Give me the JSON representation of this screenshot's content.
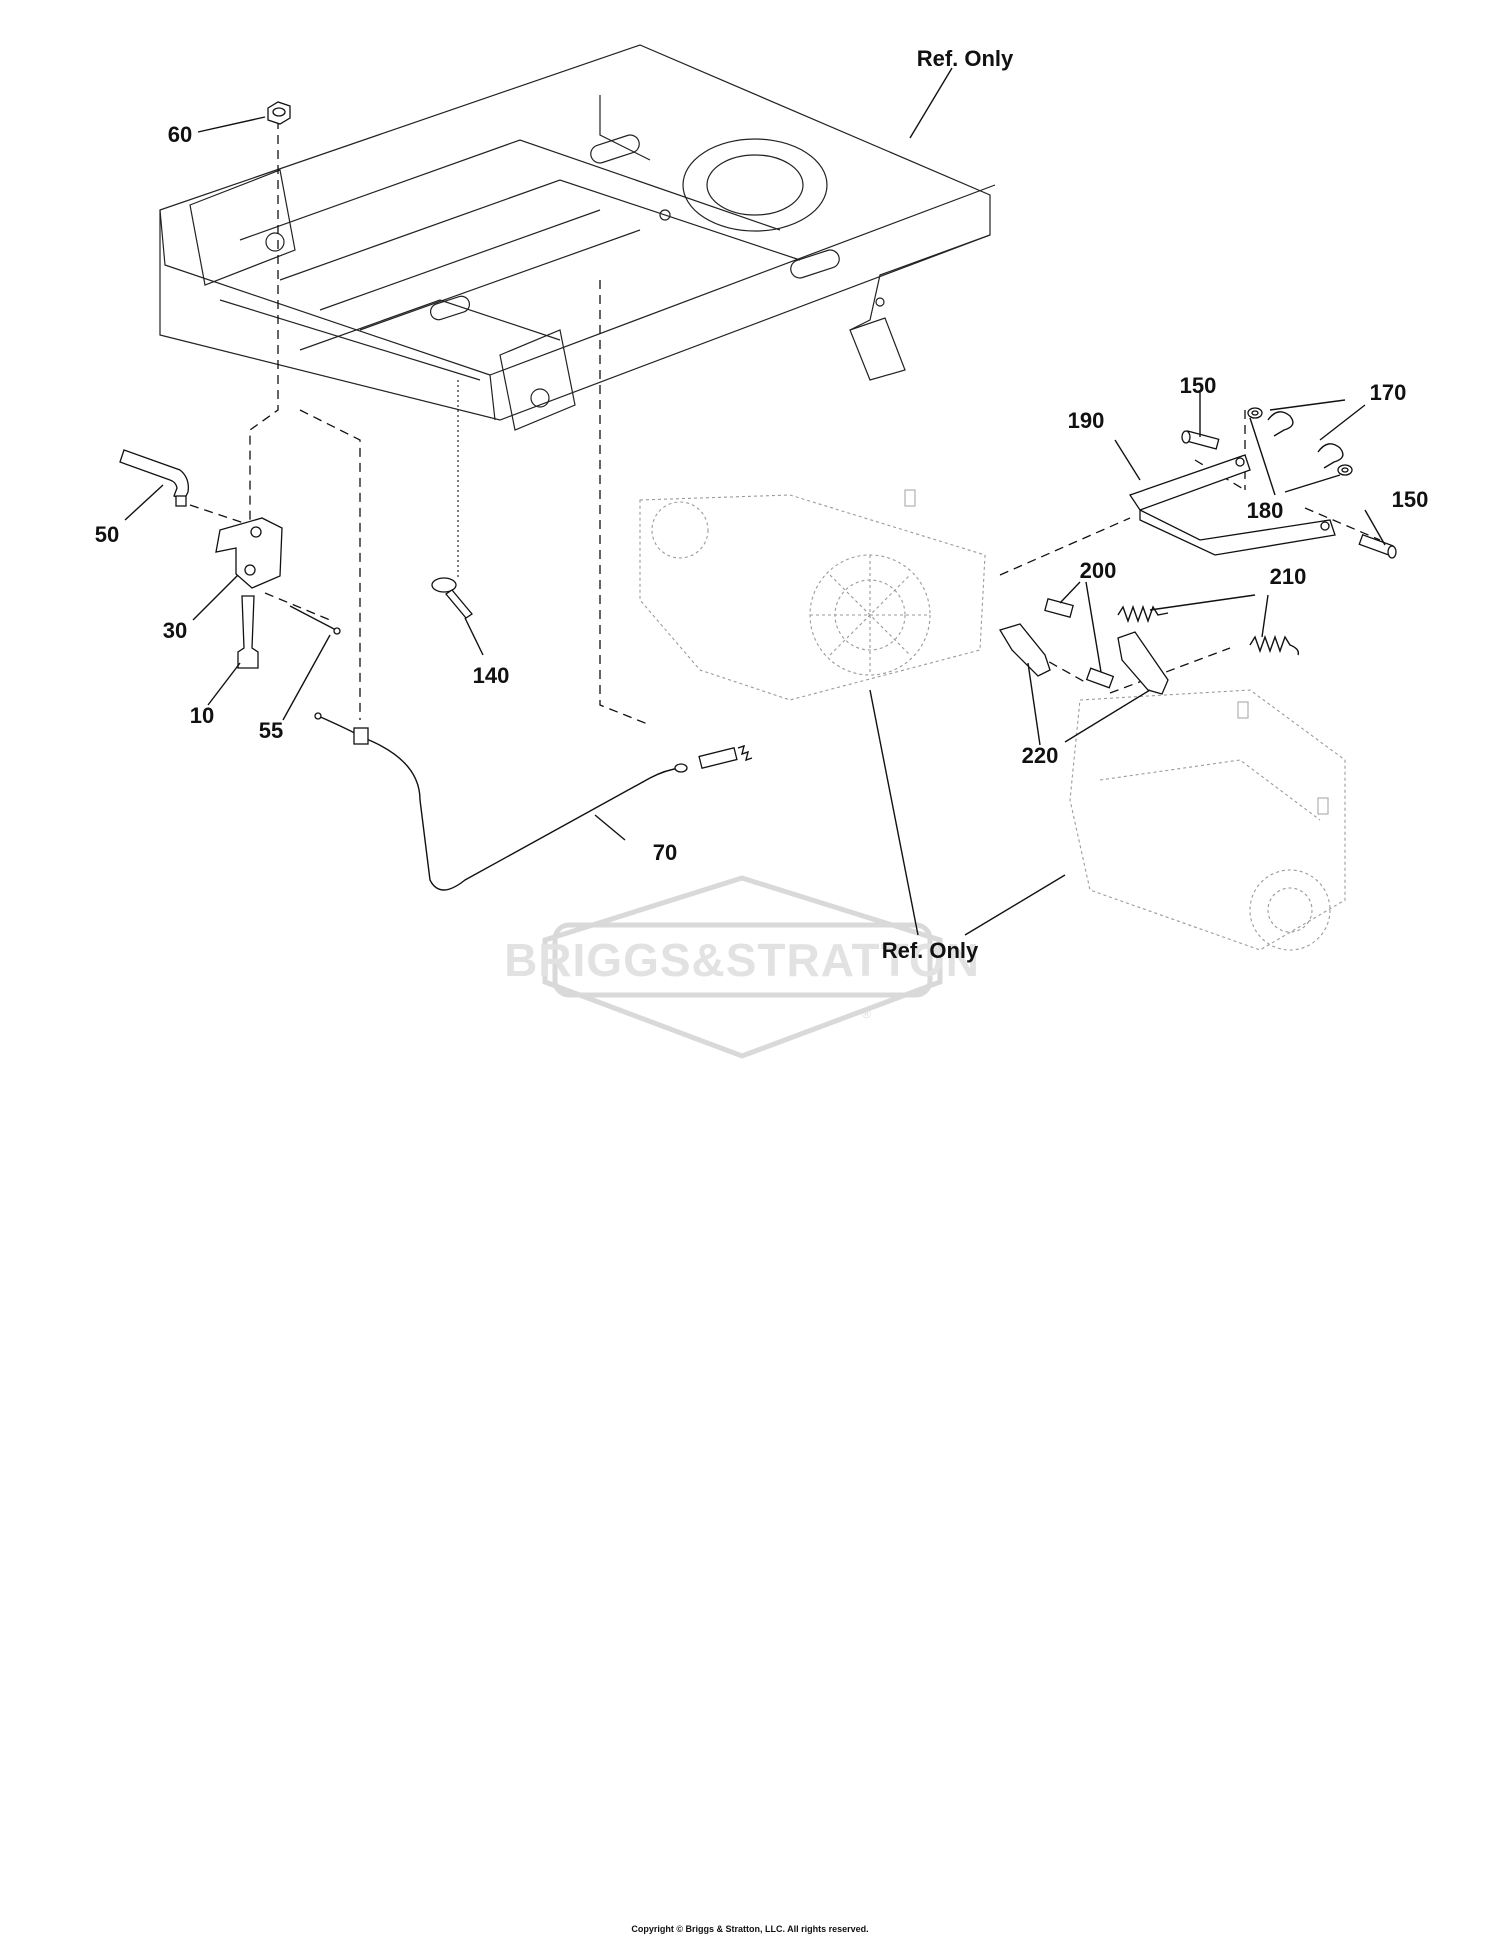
{
  "callouts": {
    "c10": "10",
    "c30": "30",
    "c50": "50",
    "c55": "55",
    "c60": "60",
    "c70": "70",
    "c140": "140",
    "c150a": "150",
    "c150b": "150",
    "c170": "170",
    "c180": "180",
    "c190": "190",
    "c200": "200",
    "c210": "210",
    "c220": "220"
  },
  "references": {
    "frame": "Ref. Only",
    "transaxle": "Ref. Only"
  },
  "watermark": {
    "logo_text": "BRIGGS&STRATTON",
    "registered": "®"
  },
  "footer": {
    "copyright": "Copyright © Briggs & Stratton, LLC. All rights reserved."
  }
}
